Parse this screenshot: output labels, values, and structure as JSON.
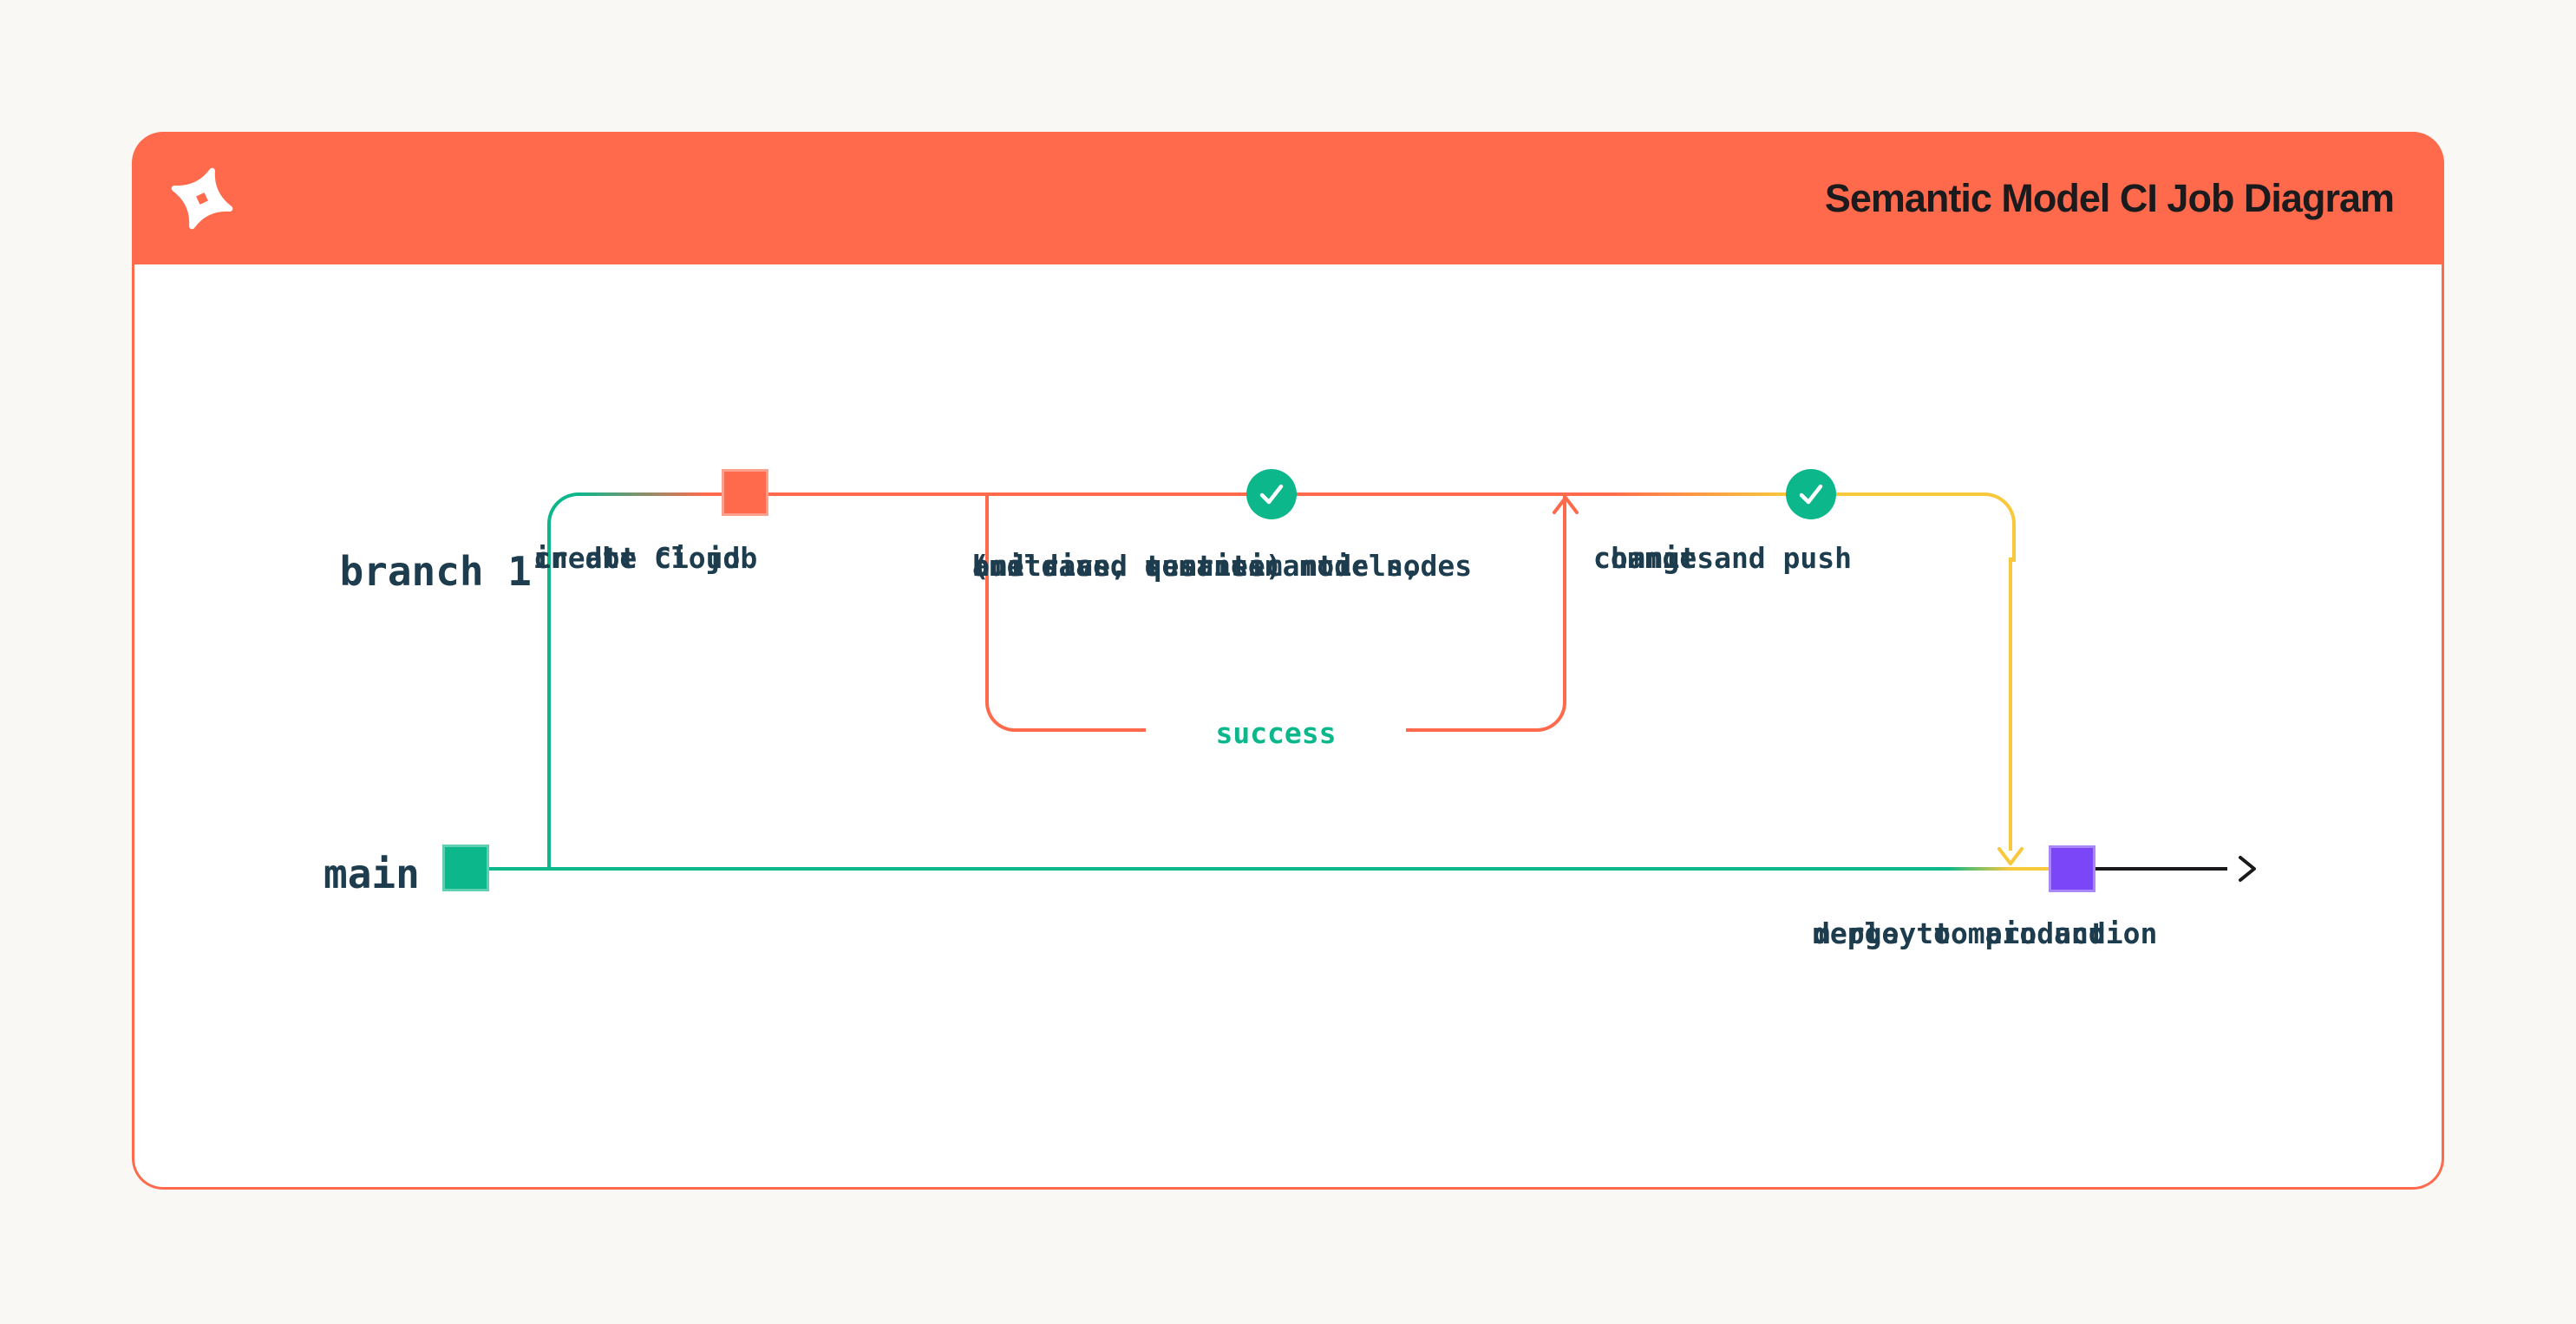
{
  "header": {
    "title": "Semantic Model CI Job Diagram",
    "logo_icon": "dbt-logo"
  },
  "colors": {
    "brand_orange": "#FF6A4C",
    "green": "#0CB78B",
    "yellow": "#F8C83C",
    "purple": "#7B46F7",
    "text_ink": "#1D3C4E",
    "title_ink": "#1B1B1D",
    "arrow_black": "#1A1A1C",
    "panel_bg": "#FFFFFF",
    "page_bg": "#F9F8F5"
  },
  "diagram": {
    "branches": {
      "branch1_label": "branch 1",
      "main_label": "main"
    },
    "steps": {
      "create": {
        "lines": [
          "create ci job",
          "in dbt Cloud"
        ],
        "node_color": "#FF6A4C",
        "node_type": "commit-square"
      },
      "build": {
        "lines": [
          "build and test semantic nodes",
          "(metrics, semantic models,",
          "and saved queries)"
        ],
        "node_type": "check-circle"
      },
      "commit": {
        "lines": [
          "commit and push",
          "changes"
        ],
        "node_type": "check-circle"
      },
      "merge": {
        "lines": [
          "merge to main and",
          "deploy to production"
        ],
        "node_color": "#7B46F7",
        "node_type": "commit-square"
      }
    },
    "loop_label": "success",
    "icons": [
      "check-icon",
      "up-arrowhead-icon",
      "down-arrowhead-icon",
      "right-arrowhead-icon"
    ]
  }
}
